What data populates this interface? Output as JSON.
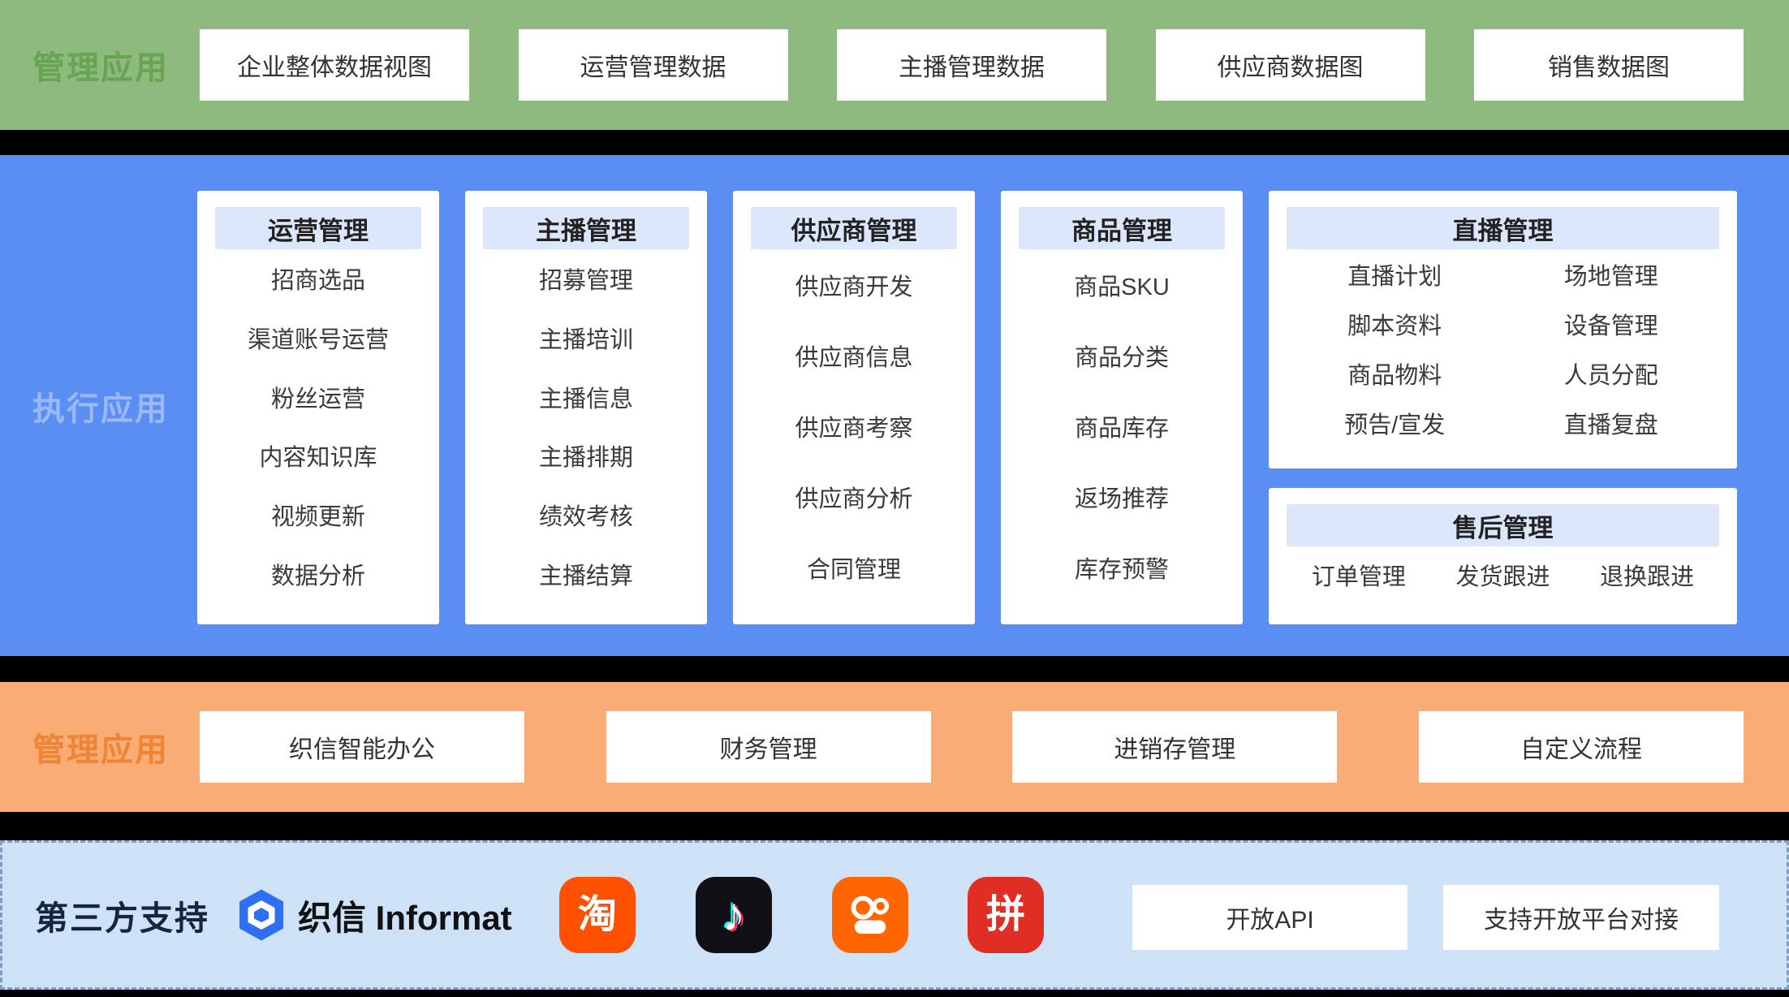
{
  "colors": {
    "top_band_bg": "#8eba7d",
    "exec_band_bg": "#5a8ef2",
    "mgmt_band_bg": "#f9ac74",
    "third_band_bg": "#cde2f6",
    "card_header_bg": "#dde7fc",
    "taobao": "#ff5000",
    "douyin": "#101016",
    "kuaishou": "#ff6600",
    "pinduoduo": "#e02e24",
    "brand_blue": "#2f6ff2"
  },
  "top_band": {
    "label": "管理应用",
    "boxes": [
      "企业整体数据视图",
      "运营管理数据",
      "主播管理数据",
      "供应商数据图",
      "销售数据图"
    ]
  },
  "exec_band": {
    "label": "执行应用",
    "card1": {
      "title": "运营管理",
      "items": [
        "招商选品",
        "渠道账号运营",
        "粉丝运营",
        "内容知识库",
        "视频更新",
        "数据分析"
      ]
    },
    "card2": {
      "title": "主播管理",
      "items": [
        "招募管理",
        "主播培训",
        "主播信息",
        "主播排期",
        "绩效考核",
        "主播结算"
      ]
    },
    "card3": {
      "title": "供应商管理",
      "items": [
        "供应商开发",
        "供应商信息",
        "供应商考察",
        "供应商分析",
        "合同管理"
      ]
    },
    "card4": {
      "title": "商品管理",
      "items": [
        "商品SKU",
        "商品分类",
        "商品库存",
        "返场推荐",
        "库存预警"
      ]
    },
    "card5": {
      "title": "直播管理",
      "left": [
        "直播计划",
        "脚本资料",
        "商品物料",
        "预告/宣发"
      ],
      "right": [
        "场地管理",
        "设备管理",
        "人员分配",
        "直播复盘"
      ]
    },
    "card6": {
      "title": "售后管理",
      "items": [
        "订单管理",
        "发货跟进",
        "退换跟进"
      ]
    }
  },
  "mgmt_band": {
    "label": "管理应用",
    "boxes": [
      "织信智能办公",
      "财务管理",
      "进销存管理",
      "自定义流程"
    ]
  },
  "third_band": {
    "label": "第三方支持",
    "brand": "织信 Informat",
    "icons": {
      "taobao_glyph": "淘",
      "douyin_glyph": "♪",
      "pinduoduo_glyph": "拼"
    },
    "boxes": [
      "开放API",
      "支持开放平台对接"
    ]
  }
}
